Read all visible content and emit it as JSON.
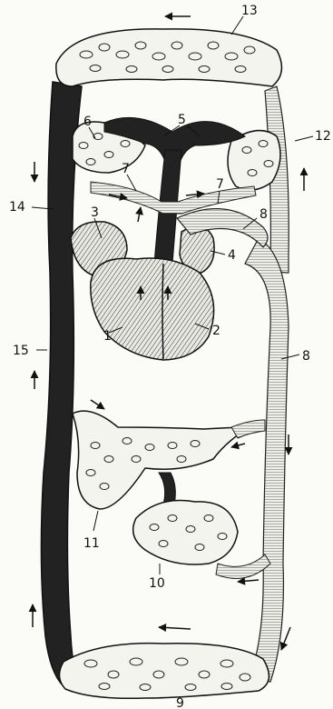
{
  "labels": {
    "n1": "1",
    "n2": "2",
    "n3": "3",
    "n4": "4",
    "n5": "5",
    "n6": "6",
    "n7a": "7",
    "n7b": "7",
    "n8a": "8",
    "n8b": "8",
    "n9": "9",
    "n10": "10",
    "n11": "11",
    "n12": "12",
    "n13": "13",
    "n14": "14",
    "n15": "15"
  },
  "colors": {
    "ink": "#111111",
    "dark_vessel": "#222222",
    "light_vessel": "#e9e9e4",
    "paper": "#fbfbf8"
  },
  "icons": {
    "arrows": "flow-arrow-icon"
  }
}
